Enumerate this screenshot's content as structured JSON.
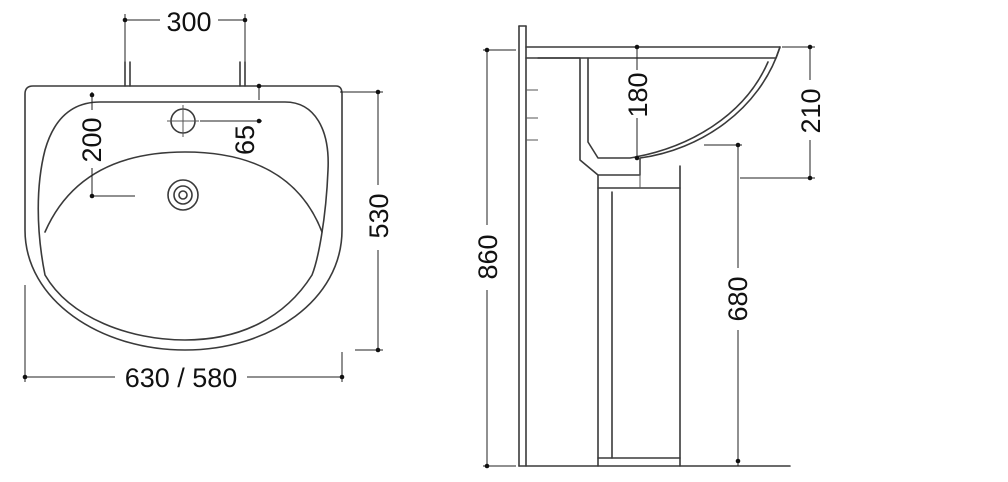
{
  "drawing": {
    "colors": {
      "line": "#3a3a3a",
      "dimension": "#222222",
      "background": "#ffffff"
    },
    "front_view": {
      "dim_tap_spacing": "300",
      "dim_tap_to_waste": "200",
      "dim_tap_offset": "65",
      "dim_depth": "530",
      "dim_width": "630 / 580"
    },
    "side_view": {
      "dim_total_height": "860",
      "dim_bowl_depth": "180",
      "dim_front_height": "210",
      "dim_pedestal_height": "680"
    }
  }
}
